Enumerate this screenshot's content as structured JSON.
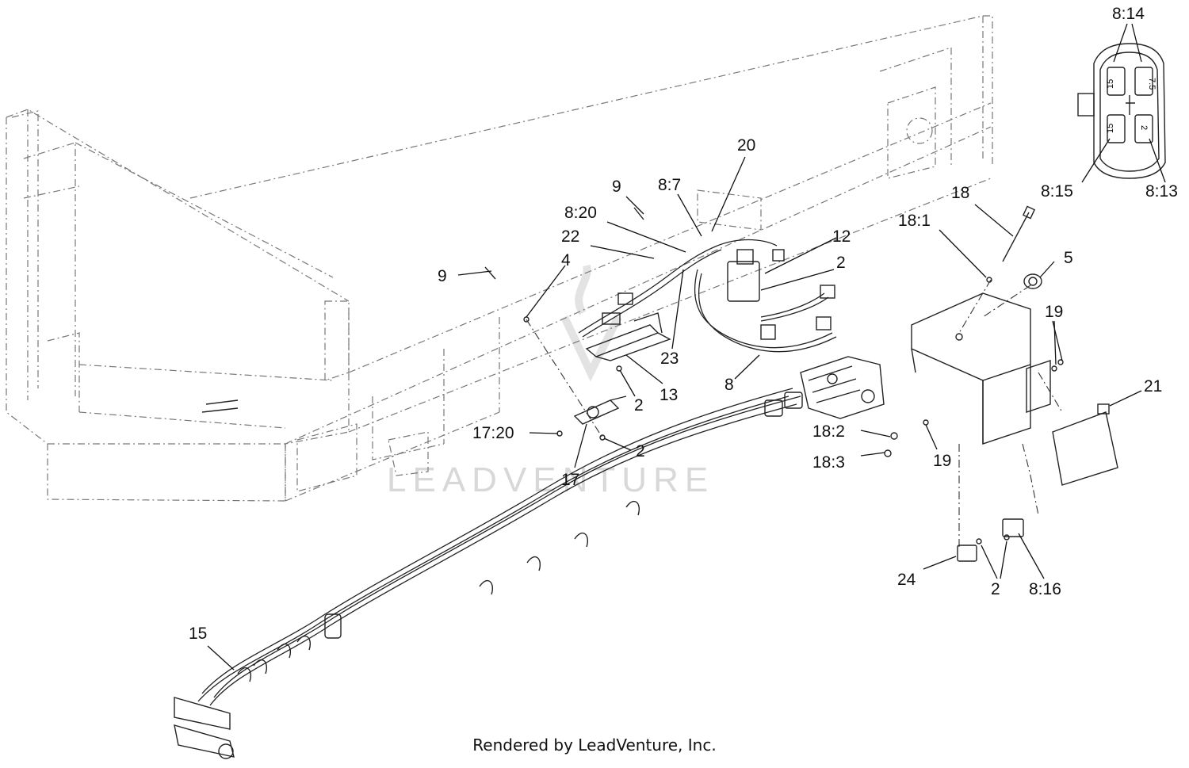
{
  "diagram": {
    "callouts": {
      "c_8_14": "8:14",
      "c_8_15": "8:15",
      "c_8_13": "8:13",
      "c_20": "20",
      "c_9a": "9",
      "c_8_7": "8:7",
      "c_8_20": "8:20",
      "c_22": "22",
      "c_4": "4",
      "c_9b": "9",
      "c_12": "12",
      "c_2a": "2",
      "c_23": "23",
      "c_13": "13",
      "c_8": "8",
      "c_2b": "2",
      "c_17_20": "17:20",
      "c_2c": "2",
      "c_17": "17",
      "c_18": "18",
      "c_18_1": "18:1",
      "c_5": "5",
      "c_19a": "19",
      "c_21": "21",
      "c_18_2": "18:2",
      "c_18_3": "18:3",
      "c_19b": "19",
      "c_24": "24",
      "c_2d": "2",
      "c_8_16": "8:16",
      "c_15": "15"
    },
    "connector_pins": {
      "p1": "15",
      "p2": "7.5",
      "p3": "15",
      "p4": "2"
    },
    "watermark": "LEADVENTURE",
    "footer": "Rendered by LeadVenture, Inc."
  }
}
